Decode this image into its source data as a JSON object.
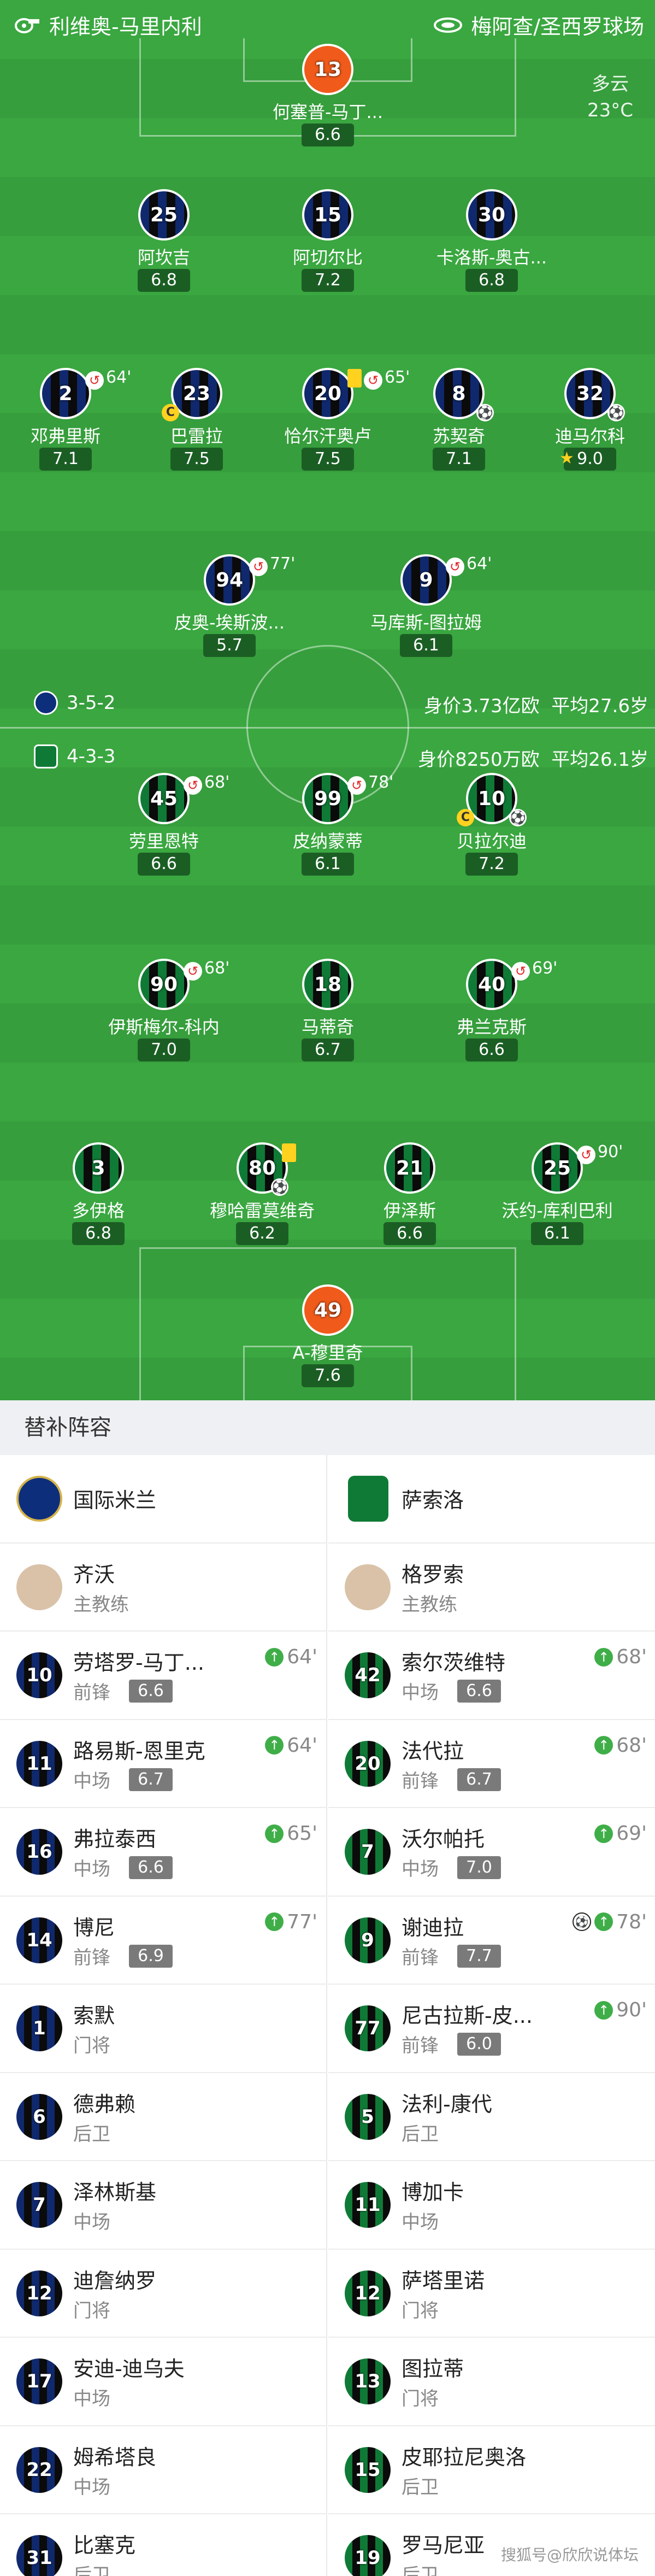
{
  "header": {
    "matchup": "利维奥-马里内利",
    "stadium": "梅阿查/圣西罗球场"
  },
  "weather": {
    "condition": "多云",
    "temp": "23°C"
  },
  "inter": {
    "formation": "3-5-2",
    "value": "身价3.73亿欧",
    "avg_age": "平均27.6岁",
    "players": [
      {
        "no": "13",
        "name": "何塞普-马丁...",
        "rating": "6.6",
        "gk": true
      },
      {
        "no": "25",
        "name": "阿坎吉",
        "rating": "6.8"
      },
      {
        "no": "15",
        "name": "阿切尔比",
        "rating": "7.2"
      },
      {
        "no": "30",
        "name": "卡洛斯-奥古...",
        "rating": "6.8"
      },
      {
        "no": "2",
        "name": "邓弗里斯",
        "rating": "7.1",
        "sub": "64'"
      },
      {
        "no": "23",
        "name": "巴雷拉",
        "rating": "7.5",
        "captain": "C"
      },
      {
        "no": "20",
        "name": "恰尔汗奥卢",
        "rating": "7.5",
        "sub": "65'",
        "yellow": true
      },
      {
        "no": "8",
        "name": "苏契奇",
        "rating": "7.1"
      },
      {
        "no": "32",
        "name": "迪马尔科",
        "rating": "9.0",
        "star": "★"
      },
      {
        "no": "94",
        "name": "皮奥-埃斯波...",
        "rating": "5.7",
        "sub": "77'"
      },
      {
        "no": "9",
        "name": "马库斯-图拉姆",
        "rating": "6.1",
        "sub": "64'"
      }
    ]
  },
  "sassuolo": {
    "formation": "4-3-3",
    "value": "身价8250万欧",
    "avg_age": "平均26.1岁",
    "players": [
      {
        "no": "45",
        "name": "劳里恩特",
        "rating": "6.6",
        "sub": "68'"
      },
      {
        "no": "99",
        "name": "皮纳蒙蒂",
        "rating": "6.1",
        "sub": "78'"
      },
      {
        "no": "10",
        "name": "贝拉尔迪",
        "rating": "7.2",
        "captain": "C"
      },
      {
        "no": "90",
        "name": "伊斯梅尔-科内",
        "rating": "7.0",
        "sub": "68'"
      },
      {
        "no": "18",
        "name": "马蒂奇",
        "rating": "6.7"
      },
      {
        "no": "40",
        "name": "弗兰克斯",
        "rating": "6.6",
        "sub": "69'"
      },
      {
        "no": "3",
        "name": "多伊格",
        "rating": "6.8"
      },
      {
        "no": "80",
        "name": "穆哈雷莫维奇",
        "rating": "6.2",
        "yellow": true
      },
      {
        "no": "21",
        "name": "伊泽斯",
        "rating": "6.6"
      },
      {
        "no": "25",
        "name": "沃约-库利巴利",
        "rating": "6.1",
        "sub": "90'"
      },
      {
        "no": "49",
        "name": "A-穆里奇",
        "rating": "7.6",
        "gk": true
      }
    ]
  },
  "subs": {
    "title": "替补阵容",
    "left": [
      {
        "type": "club",
        "name": "国际米兰"
      },
      {
        "type": "coach",
        "name": "齐沃",
        "pos": "主教练"
      },
      {
        "no": "10",
        "name": "劳塔罗-马丁...",
        "pos": "前锋",
        "score": "6.6",
        "in": "64'"
      },
      {
        "no": "11",
        "name": "路易斯-恩里克",
        "pos": "中场",
        "score": "6.7",
        "in": "64'"
      },
      {
        "no": "16",
        "name": "弗拉泰西",
        "pos": "中场",
        "score": "6.6",
        "in": "65'"
      },
      {
        "no": "14",
        "name": "博尼",
        "pos": "前锋",
        "score": "6.9",
        "in": "77'"
      },
      {
        "no": "1",
        "name": "索默",
        "pos": "门将"
      },
      {
        "no": "6",
        "name": "德弗赖",
        "pos": "后卫"
      },
      {
        "no": "7",
        "name": "泽林斯基",
        "pos": "中场"
      },
      {
        "no": "12",
        "name": "迪詹纳罗",
        "pos": "门将"
      },
      {
        "no": "17",
        "name": "安迪-迪乌夫",
        "pos": "中场"
      },
      {
        "no": "22",
        "name": "姆希塔良",
        "pos": "中场"
      },
      {
        "no": "31",
        "name": "比塞克",
        "pos": "后卫"
      }
    ],
    "right": [
      {
        "type": "club",
        "name": "萨索洛"
      },
      {
        "type": "coach",
        "name": "格罗索",
        "pos": "主教练"
      },
      {
        "no": "42",
        "name": "索尔茨维特",
        "pos": "中场",
        "score": "6.6",
        "in": "68'"
      },
      {
        "no": "20",
        "name": "法代拉",
        "pos": "前锋",
        "score": "6.7",
        "in": "68'"
      },
      {
        "no": "7",
        "name": "沃尔帕托",
        "pos": "中场",
        "score": "7.0",
        "in": "69'"
      },
      {
        "no": "9",
        "name": "谢迪拉",
        "pos": "前锋",
        "score": "7.7",
        "in": "78'",
        "goal": true
      },
      {
        "no": "77",
        "name": "尼古拉斯-皮...",
        "pos": "前锋",
        "score": "6.0",
        "in": "90'"
      },
      {
        "no": "5",
        "name": "法利-康代",
        "pos": "后卫"
      },
      {
        "no": "11",
        "name": "博加卡",
        "pos": "中场"
      },
      {
        "no": "12",
        "name": "萨塔里诺",
        "pos": "门将"
      },
      {
        "no": "13",
        "name": "图拉蒂",
        "pos": "门将"
      },
      {
        "no": "15",
        "name": "皮耶拉尼奥洛",
        "pos": "后卫"
      },
      {
        "no": "19",
        "name": "罗马尼亚",
        "pos": "后卫"
      }
    ]
  },
  "watermark": "搜狐号@欣欣说体坛",
  "icons": {
    "header_left": "whistle-icon",
    "header_right": "stadium-icon",
    "sub_out": "sub-out-icon",
    "sub_in": "sub-in-arrow-icon"
  }
}
